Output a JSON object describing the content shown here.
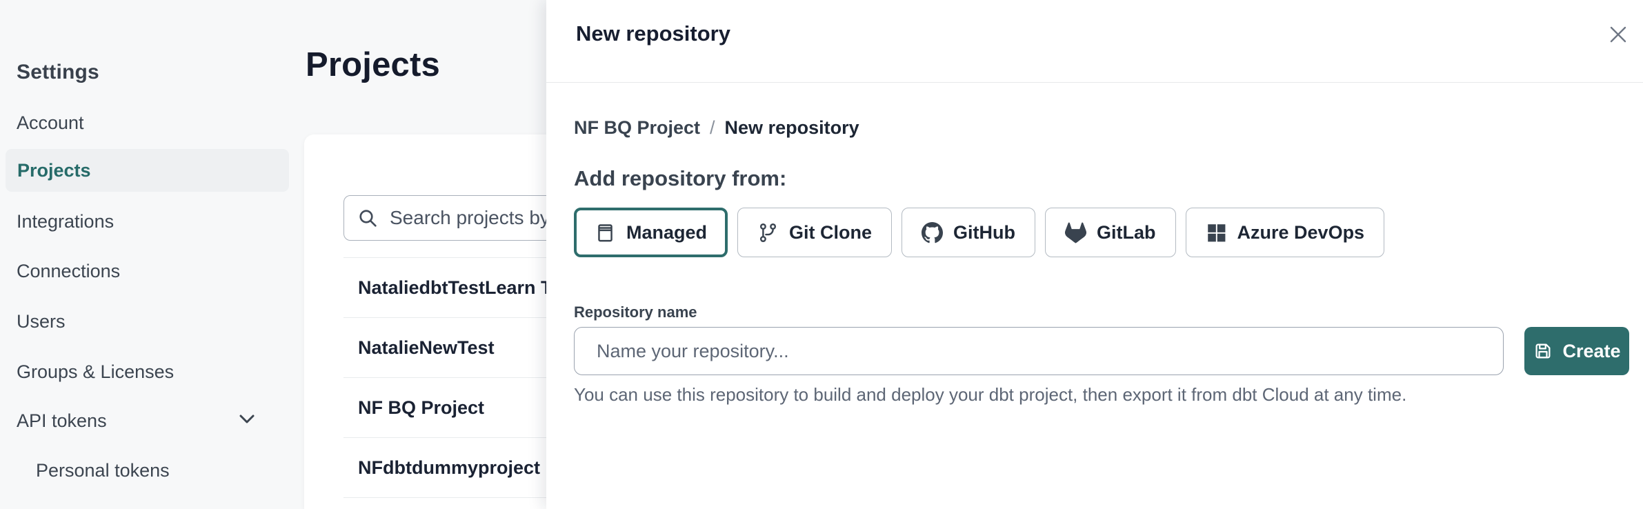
{
  "sidebar": {
    "title": "Settings",
    "items": [
      {
        "label": "Account"
      },
      {
        "label": "Projects",
        "active": true
      },
      {
        "label": "Integrations"
      },
      {
        "label": "Connections"
      },
      {
        "label": "Users"
      },
      {
        "label": "Groups & Licenses"
      },
      {
        "label": "API tokens",
        "expandable": true,
        "icon": "chevron-down-icon"
      },
      {
        "label": "Personal tokens",
        "indented": true
      }
    ]
  },
  "projects_panel": {
    "heading": "Projects",
    "search": {
      "placeholder": "Search projects by name",
      "value": "",
      "icon": "search-icon"
    },
    "rows": [
      {
        "name": "NataliedbtTestLearn T"
      },
      {
        "name": "NatalieNewTest"
      },
      {
        "name": "NF BQ Project"
      },
      {
        "name": "NFdbtdummyproject"
      }
    ]
  },
  "modal": {
    "title": "New repository",
    "close_icon": "close-icon",
    "breadcrumb": {
      "parent": "NF BQ Project",
      "separator": "/",
      "current": "New repository"
    },
    "section_heading": "Add repository from:",
    "source_options": [
      {
        "label": "Managed",
        "icon": "managed-repo-icon",
        "selected": true
      },
      {
        "label": "Git Clone",
        "icon": "git-branch-icon",
        "selected": false
      },
      {
        "label": "GitHub",
        "icon": "github-icon",
        "selected": false
      },
      {
        "label": "GitLab",
        "icon": "gitlab-icon",
        "selected": false
      },
      {
        "label": "Azure DevOps",
        "icon": "azure-devops-icon",
        "selected": false
      }
    ],
    "repo_name_field": {
      "label": "Repository name",
      "placeholder": "Name your repository...",
      "value": ""
    },
    "create_button": {
      "label": "Create",
      "icon": "save-icon"
    },
    "helper_text": "You can use this repository to build and deploy your dbt project, then export it from dbt Cloud at any time."
  },
  "colors": {
    "accent_teal": "#2e6d6c",
    "heading_navy": "#151b2c",
    "body_slate": "#39434f",
    "muted_gray": "#5d6675",
    "divider": "#e7e9eb",
    "page_background": "#f7f8f9"
  }
}
